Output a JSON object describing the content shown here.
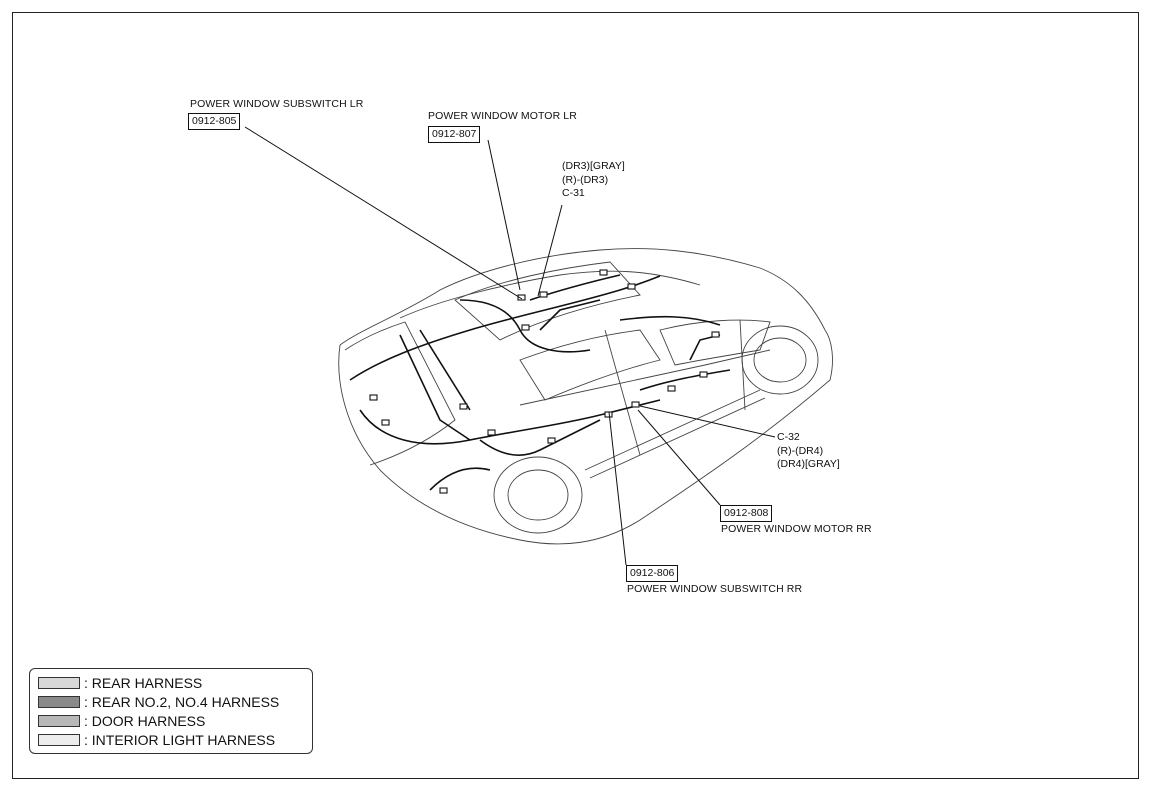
{
  "labels": {
    "lr_subswitch": {
      "name": "POWER WINDOW SUBSWITCH LR",
      "code": "0912-805"
    },
    "lr_motor": {
      "name": "POWER WINDOW MOTOR LR",
      "code": "0912-807"
    },
    "rr_motor": {
      "name": "POWER WINDOW MOTOR RR",
      "code": "0912-808"
    },
    "rr_subswitch": {
      "name": "POWER WINDOW SUBSWITCH RR",
      "code": "0912-806"
    }
  },
  "connector_c31": [
    "(DR3)[GRAY]",
    "(R)-(DR3)",
    "C-31"
  ],
  "connector_c32": [
    "C-32",
    "(R)-(DR4)",
    "(DR4)[GRAY]"
  ],
  "legend": [
    {
      "text": ": REAR HARNESS",
      "color": "#d8d8d8"
    },
    {
      "text": ": REAR NO.2, NO.4 HARNESS",
      "color": "#8a8a8a"
    },
    {
      "text": ": DOOR HARNESS",
      "color": "#b8b8b8"
    },
    {
      "text": ": INTERIOR LIGHT HARNESS",
      "color": "#ececec"
    }
  ]
}
